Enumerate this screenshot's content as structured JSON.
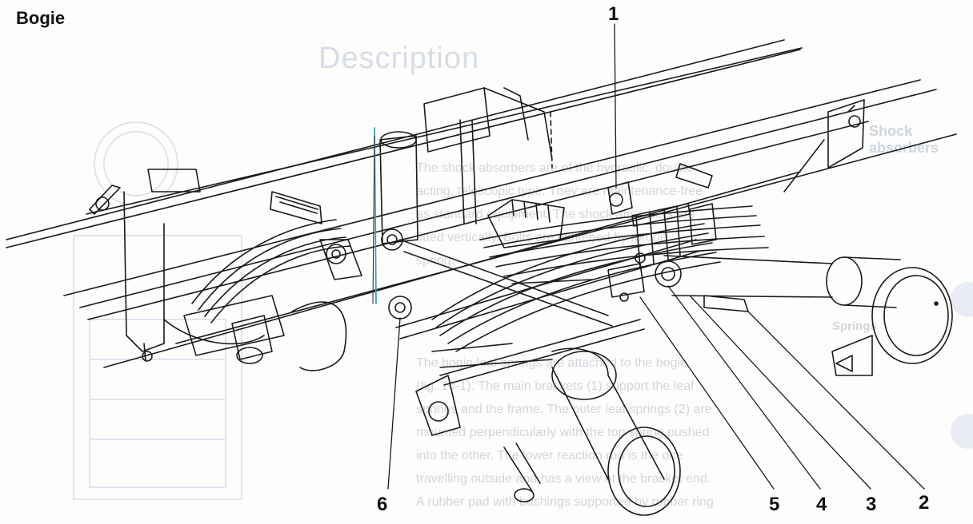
{
  "title": "Bogie",
  "bleed_through": {
    "heading": "Description",
    "subheading": "Shock absorbers",
    "body_lines": [
      "The shock absorbers are of the hydraulic, double-",
      "acting, telescopic type. They are maintenance-free",
      "as standard equipment. The shock absorbers are",
      "fitted vertically. Bolts are tightened by torque",
      "spring."
    ],
    "heading2": "Springs",
    "body_lines2": [
      "The bogie leaf springs are attached to the bogie",
      "(fig. 10-1). The main brackets (1) support the leaf",
      "springs and the frame. The outer leaf springs (2) are",
      "mounted perpendicularly with the top spring pushed",
      "into the other. The lower reaction rod is the one",
      "travelling outside and has a view at the bracket end.",
      "A rubber pad with bushings supported by rubber ring"
    ]
  },
  "callouts": [
    "1",
    "2",
    "3",
    "4",
    "5",
    "6"
  ]
}
